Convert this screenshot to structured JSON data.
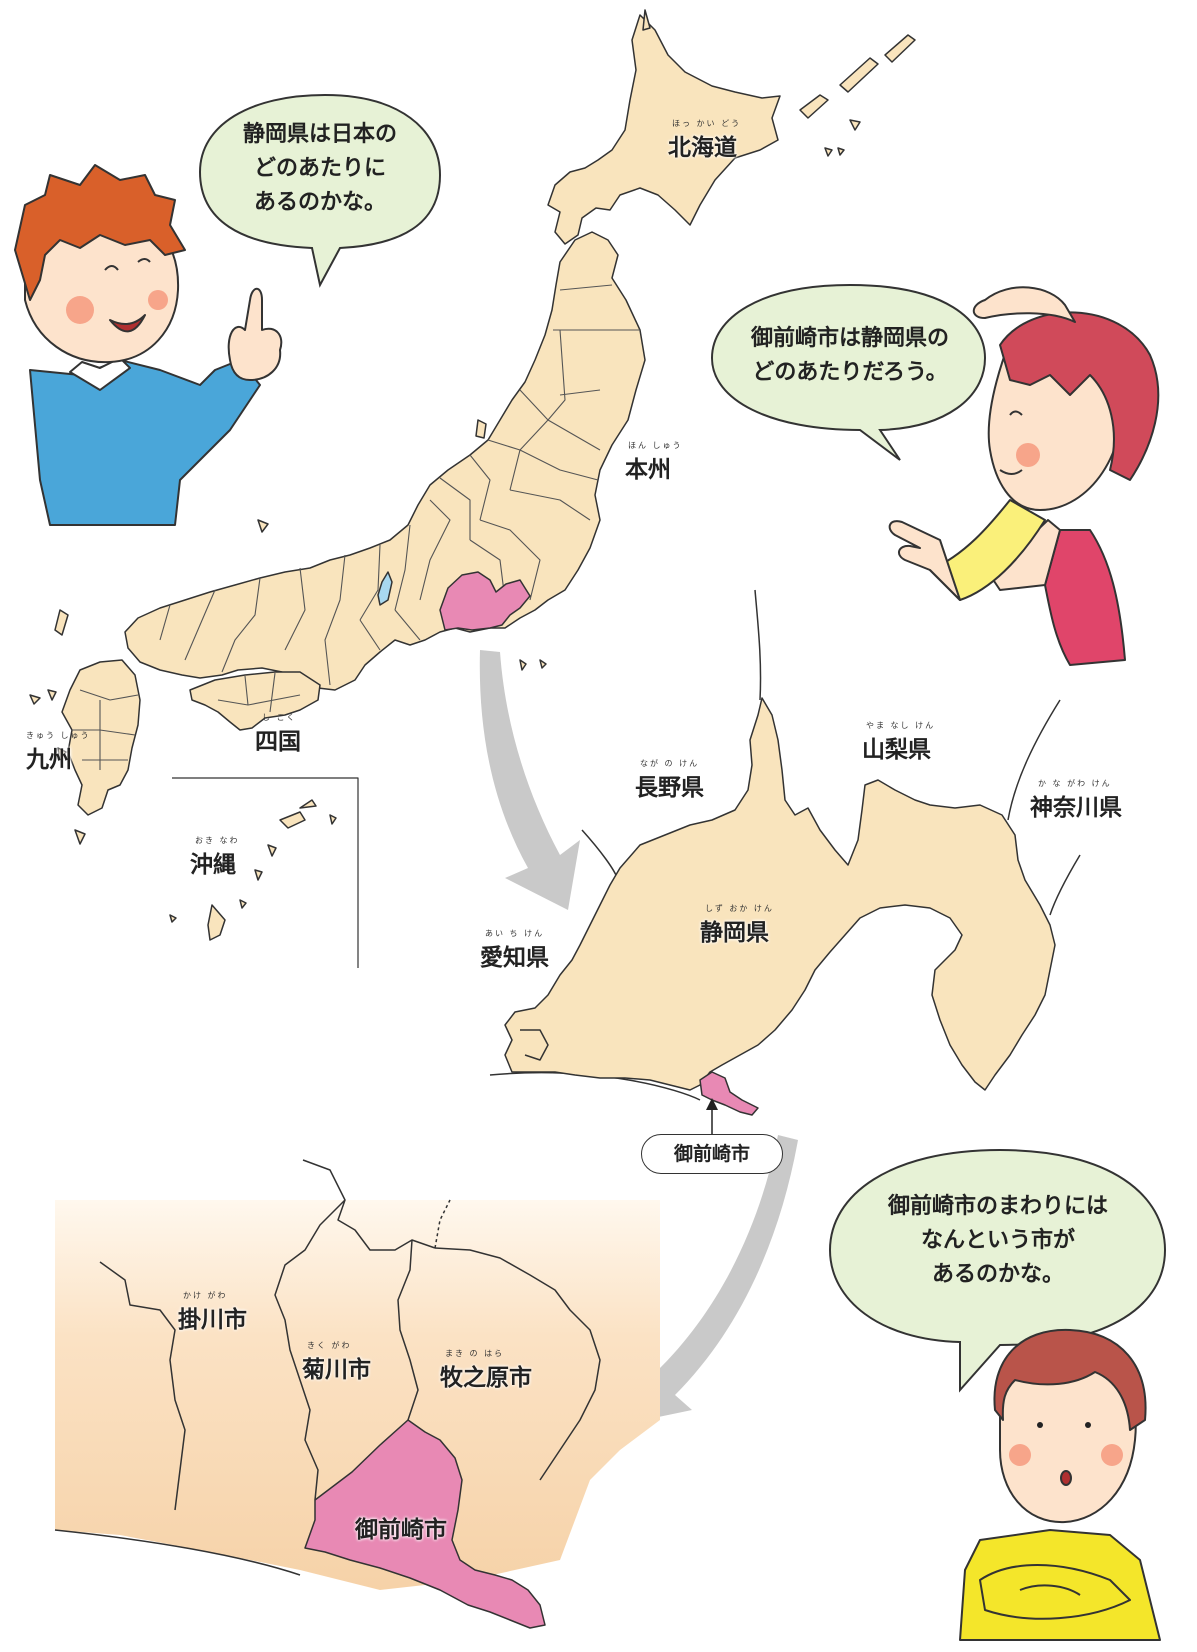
{
  "speech": {
    "boy1": [
      "静岡県は日本の",
      "どのあたりに",
      "あるのかな。"
    ],
    "girl": [
      "御前崎市は静岡県の",
      "どのあたりだろう。"
    ],
    "boy2": [
      "御前崎市のまわりには",
      "なんという市が",
      "あるのかな。"
    ]
  },
  "japan": {
    "hokkaido": {
      "name": "北海道",
      "ruby": "ほっ かい どう"
    },
    "honshu": {
      "name": "本州",
      "ruby": "ほん しゅう"
    },
    "shikoku": {
      "name": "四国",
      "ruby": "し こく"
    },
    "kyushu": {
      "name": "九州",
      "ruby": "きゅう しゅう"
    },
    "okinawa": {
      "name": "沖縄",
      "ruby": "おき なわ"
    }
  },
  "shizuoka_map": {
    "nagano": {
      "name": "長野県",
      "ruby": "なが の けん"
    },
    "yamanashi": {
      "name": "山梨県",
      "ruby": "やま なし けん"
    },
    "kanagawa": {
      "name": "神奈川県",
      "ruby": "か な がわ けん"
    },
    "shizuoka": {
      "name": "静岡県",
      "ruby": "しず おか けん"
    },
    "aichi": {
      "name": "愛知県",
      "ruby": "あい ち けん"
    },
    "omaezaki_callout": "御前崎市"
  },
  "local_map": {
    "kakegawa": {
      "name": "掛川市",
      "ruby": "かけ がわ"
    },
    "kikugawa": {
      "name": "菊川市",
      "ruby": "きく がわ"
    },
    "makinohara": {
      "name": "牧之原市",
      "ruby": "まき の はら"
    },
    "omaezaki": {
      "name": "御前崎市"
    }
  },
  "colors": {
    "land": "#f9e4bd",
    "highlight": "#e889b4",
    "lake": "#a8d8f0",
    "arrow": "#c9c9c9",
    "bubble": "#e7f2d6",
    "outline": "#333333"
  }
}
